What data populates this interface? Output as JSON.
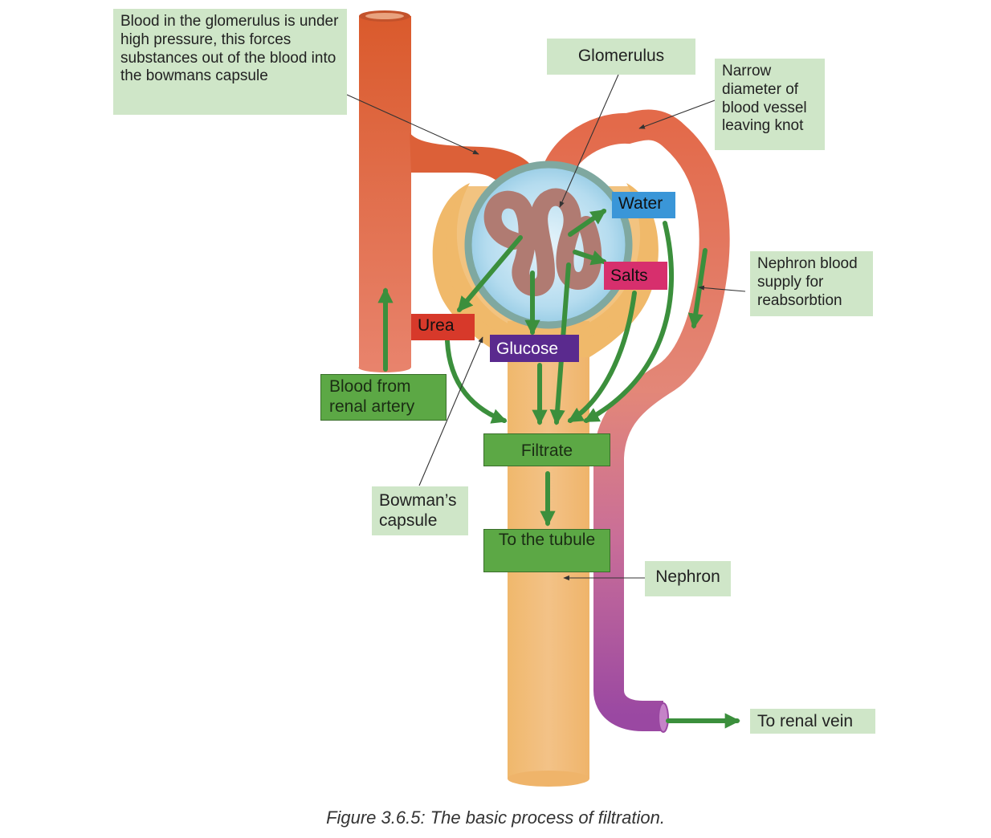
{
  "colors": {
    "artery": "#dc5b33",
    "vein": "#9b4a9c",
    "capsule": "#f0b96a",
    "glomerulus_sphere": "#a6d4ea",
    "loop": "#b77d76",
    "arrow": "#3b8f3c",
    "note_bg": "#cfe6c8",
    "flow_box": "#5ca845",
    "water": "#3a96d8",
    "salts": "#d72f6d",
    "urea": "#d7392a",
    "glucose": "#5a2a8e"
  },
  "labels": {
    "pressure_note": "Blood in the glomerulus is under high  pressure, this forces substances out of the blood into the bowmans capsule",
    "glomerulus": "Glomerulus",
    "narrow_note": "Narrow diameter of blood vessel leaving knot",
    "reabsorption_note": "Nephron blood supply for reabsorbtion",
    "bowmans_capsule": "Bowman’s capsule",
    "nephron": "Nephron",
    "renal_vein": "To renal vein"
  },
  "flow": {
    "blood_from_artery": "Blood from renal artery",
    "filtrate": "Filtrate",
    "to_tubule": "To the tubule"
  },
  "substances": {
    "water": "Water",
    "salts": "Salts",
    "urea": "Urea",
    "glucose": "Glucose"
  },
  "caption": "Figure 3.6.5: The basic process of filtration."
}
